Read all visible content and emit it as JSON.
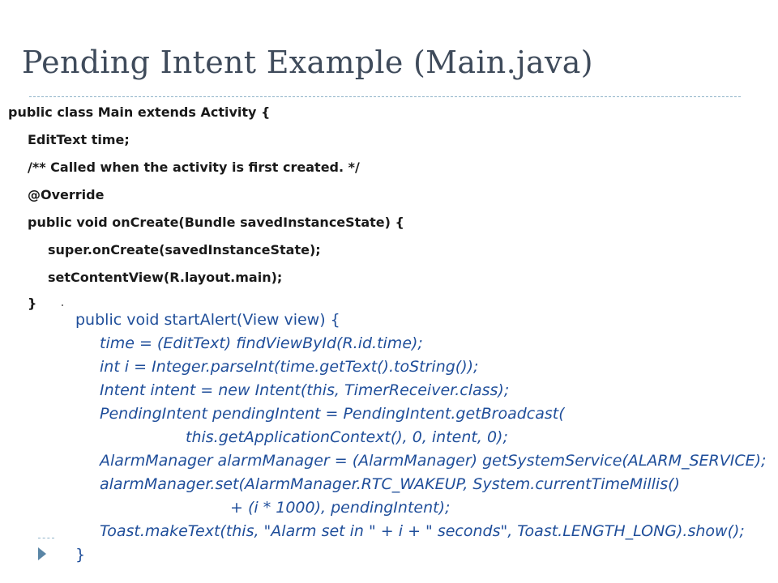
{
  "slide": {
    "title": "Pending Intent Example (Main.java)",
    "code_block_1": [
      "public class Main extends Activity {",
      " EditText time;",
      "/** Called when the activity is first created. */",
      "@Override",
      "public void onCreate(Bundle savedInstanceState) {",
      "super.onCreate(savedInstanceState);",
      "setContentView(R.layout.main);",
      "}"
    ],
    "code_block_2": [
      "public void startAlert(View view) {",
      "time = (EditText) findViewById(R.id.time);",
      "int i = Integer.parseInt(time.getText().toString());",
      "Intent intent = new Intent(this, TimerReceiver.class);",
      "PendingIntent pendingIntent = PendingIntent.getBroadcast(",
      "this.getApplicationContext(), 0, intent, 0);",
      "AlarmManager alarmManager = (AlarmManager) getSystemService(ALARM_SERVICE);",
      "alarmManager.set(AlarmManager.RTC_WAKEUP, System.currentTimeMillis()",
      "+ (i * 1000), pendingIntent);",
      "Toast.makeText(this, \"Alarm set in \" + i + \" seconds\", Toast.LENGTH_LONG).show();",
      "}"
    ]
  },
  "colors": {
    "title": "#3f4b5b",
    "code_black": "#1a1a1a",
    "code_blue": "#1f4e9a",
    "rule": "#8fb3c9",
    "bullet": "#5a86a6"
  },
  "icons": {
    "bullet": "triangle-bullet-icon"
  }
}
